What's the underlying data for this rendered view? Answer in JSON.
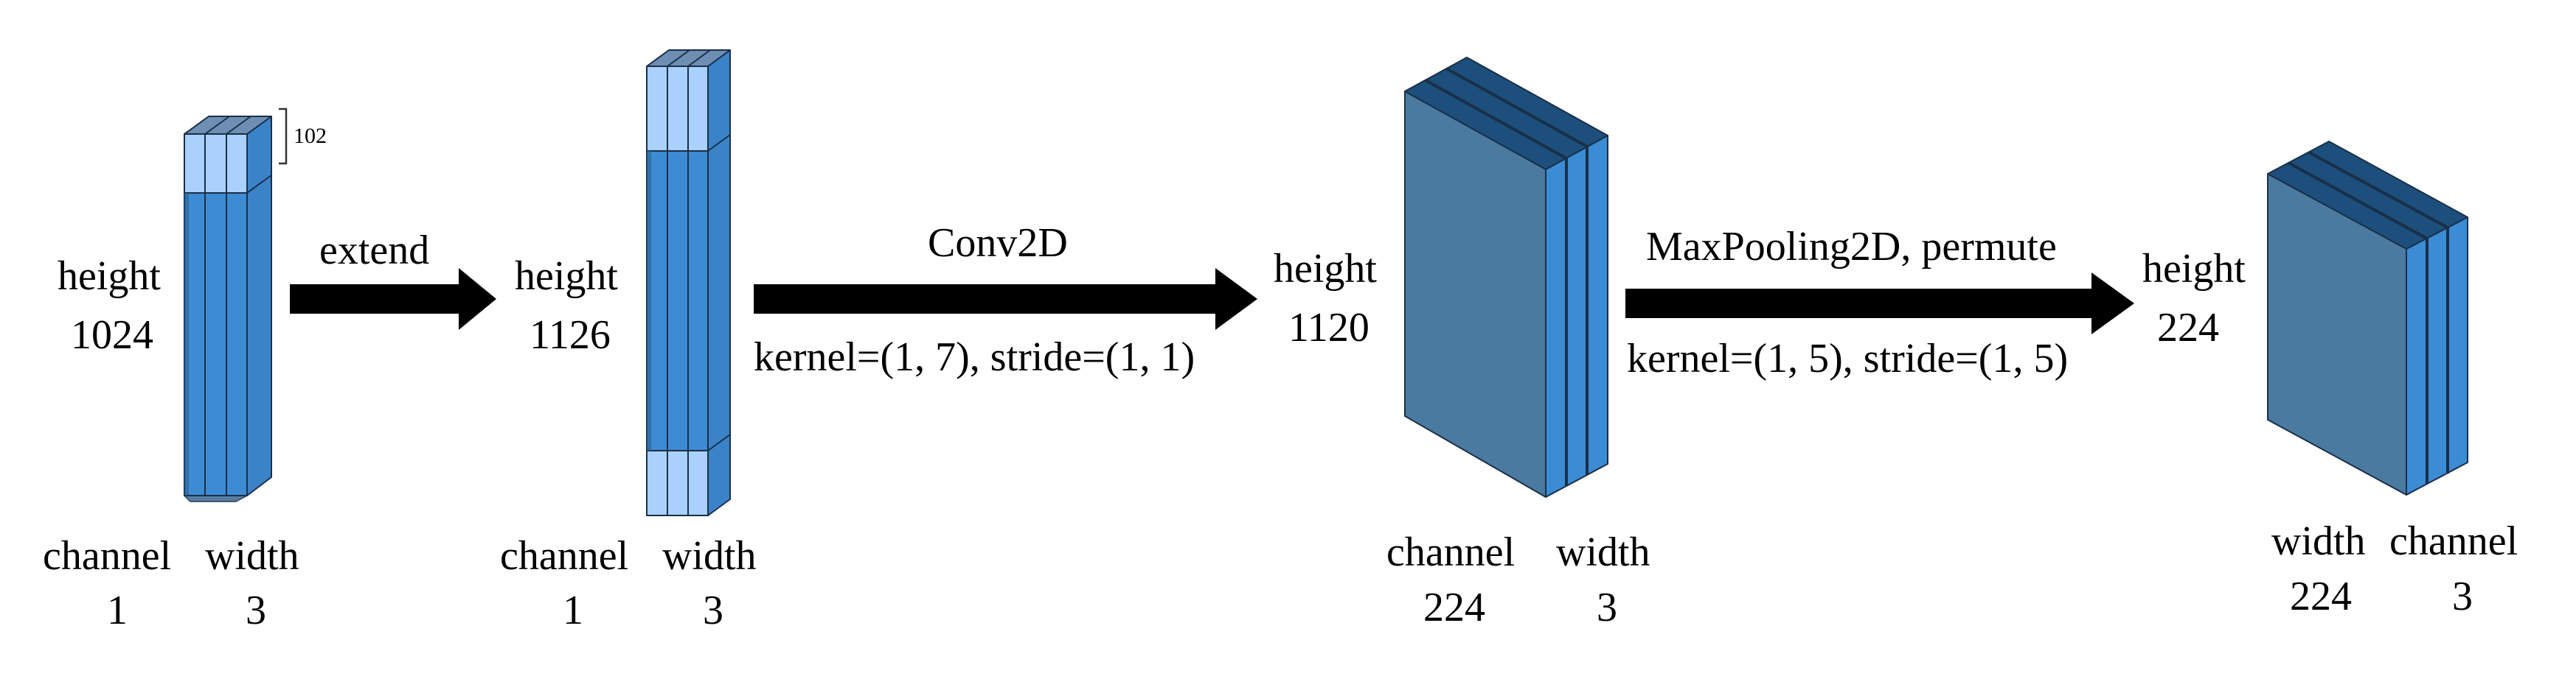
{
  "colors": {
    "front": "#3d8bd3",
    "side": "#3b83c9",
    "top": "#2c5f8e",
    "pad_front": "#aad1fb",
    "pad_top": "#6e8fb3",
    "big_front": "#4a7aa0",
    "big_side": "#3b8bd5",
    "big_top": "#1c4f7c",
    "edge": "#1a2f48",
    "arrow": "#000000"
  },
  "stage1": {
    "height_label": "height",
    "height_value": "1024",
    "channel_label": "channel",
    "channel_value": "1",
    "width_label": "width",
    "width_value": "3",
    "pad_annotation": "102"
  },
  "arrow1": {
    "label": "extend"
  },
  "stage2": {
    "height_label": "height",
    "height_value": "1126",
    "channel_label": "channel",
    "channel_value": "1",
    "width_label": "width",
    "width_value": "3"
  },
  "arrow2": {
    "label_top": "Conv2D",
    "label_bottom": "kernel=(1, 7), stride=(1, 1)"
  },
  "stage3": {
    "height_label": "height",
    "height_value": "1120",
    "channel_label": "channel",
    "channel_value": "224",
    "width_label": "width",
    "width_value": "3"
  },
  "arrow3": {
    "label_top": "MaxPooling2D, permute",
    "label_bottom": "kernel=(1, 5), stride=(1, 5)"
  },
  "stage4": {
    "height_label": "height",
    "height_value": "224",
    "width_label": "width",
    "width_value": "224",
    "channel_label": "channel",
    "channel_value": "3"
  }
}
